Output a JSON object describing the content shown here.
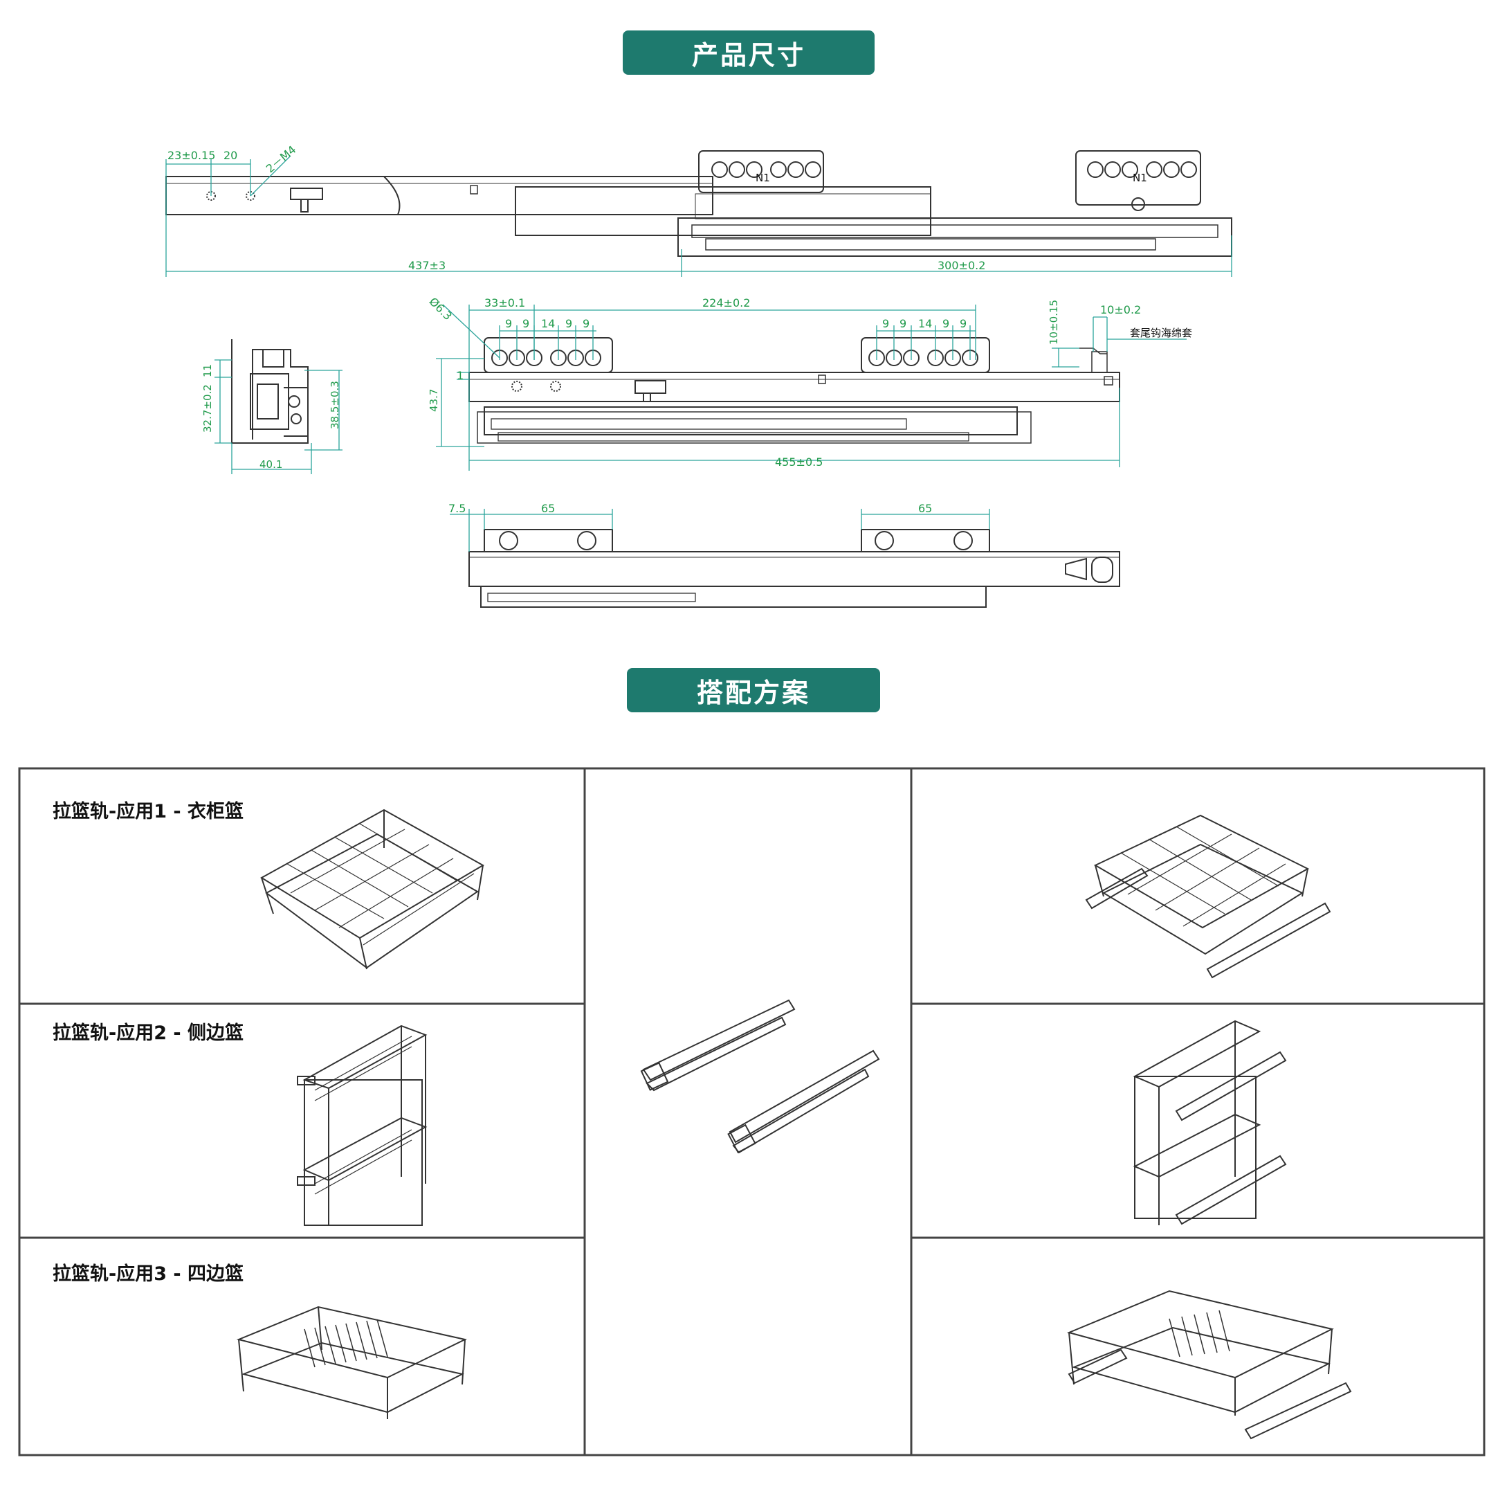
{
  "headers": {
    "dimensions": "产品尺寸",
    "solutions": "搭配方案"
  },
  "top_view": {
    "labels": [
      "23±0.15",
      "20",
      "2－M4",
      "437±3",
      "300±0.2"
    ],
    "plate_mark": "N1"
  },
  "side_view": {
    "labels": [
      "Ø6.3",
      "33±0.1",
      "224±0.2",
      "9",
      "9",
      "14",
      "9",
      "9",
      "10±0.15",
      "10±0.2",
      "1",
      "43.7",
      "455±0.5"
    ],
    "annotation": "套尾钩海绵套"
  },
  "section_view": {
    "labels": [
      "11",
      "32.7±0.2",
      "38.5±0.3",
      "40.1"
    ]
  },
  "bottom_view": {
    "labels": [
      "7.5",
      "65",
      "65"
    ]
  },
  "applications": [
    {
      "title": "拉篮轨-应用1 - 衣柜篮"
    },
    {
      "title": "拉篮轨-应用2 - 侧边篮"
    },
    {
      "title": "拉篮轨-应用3 - 四边篮"
    }
  ],
  "colors": {
    "accent": "#1e7a6e",
    "dimension": "#1f9a4a",
    "line": "#333333"
  }
}
